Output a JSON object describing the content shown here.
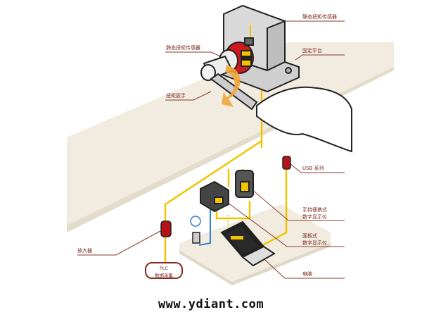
{
  "labels": {
    "sensor_top": "静态扭矩传感器",
    "sensor_left": "静态扭矩传感器",
    "platform": "固定平台",
    "wrench": "扭矩扳手",
    "usb": "USB 系列",
    "handheld_line1": "手持便携式",
    "handheld_line2": "数字显示仪",
    "panel_line1": "面板式",
    "panel_line2": "数字显示仪",
    "amplifier": "放大器",
    "plc_line1": "PLC",
    "plc_line2": "数据采集",
    "computer": "电脑"
  },
  "footer": {
    "url": "www.ydiant.com"
  },
  "colors": {
    "cable": "#f2c300",
    "leader": "#8a3a30",
    "device_red": "#b3141a",
    "blue_cable": "#2f7fd0",
    "table": "#f1ecdf"
  }
}
